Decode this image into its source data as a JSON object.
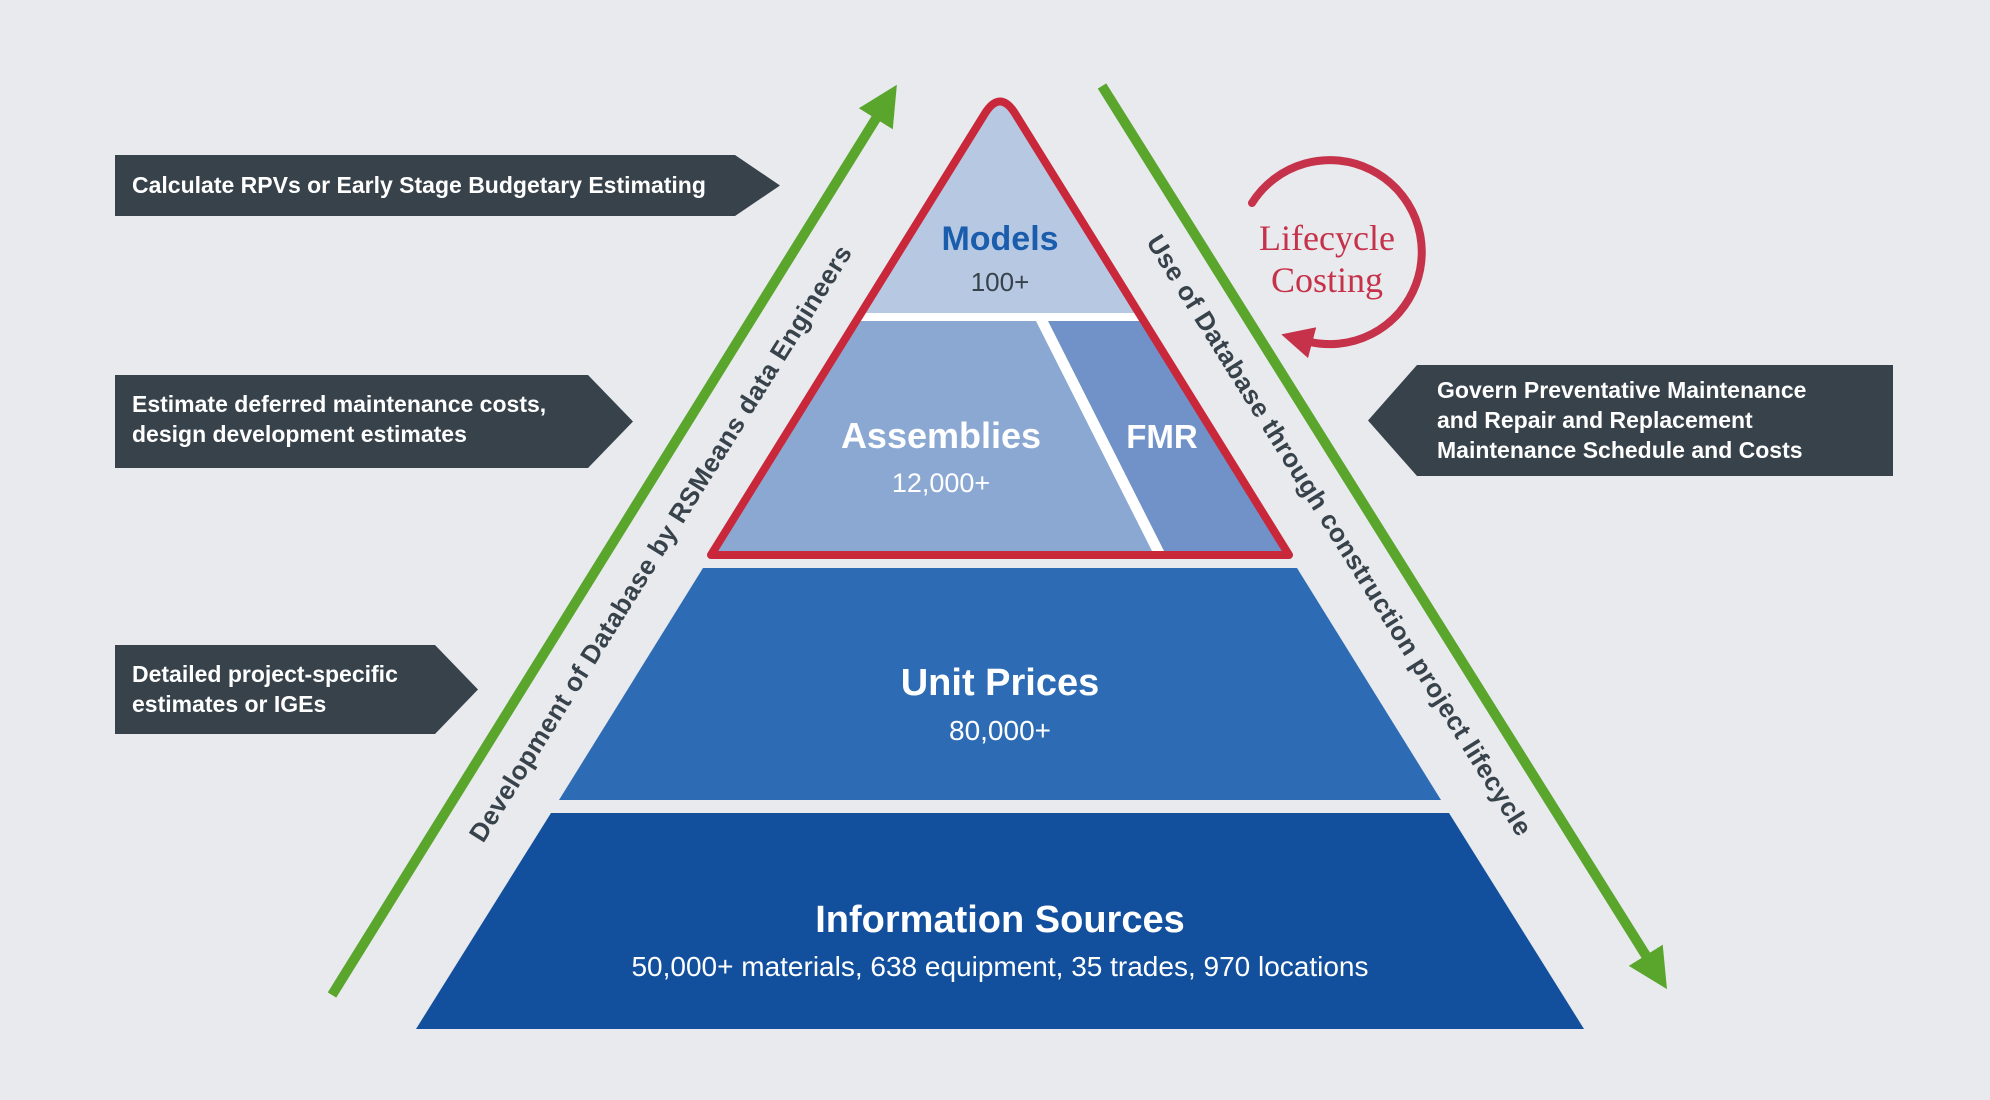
{
  "colors": {
    "background": "#e8eaee",
    "white_gap": "#ffffff",
    "models_fill": "#b7c8e3",
    "models_text": "#1a5dad",
    "count_text": "#37424a",
    "assemblies_fill": "#8ba8d3",
    "fmr_fill": "#7092c8",
    "unit_prices_fill": "#2d6cb5",
    "info_sources_fill": "#124f9d",
    "red_outline": "#c8283a",
    "lifecycle_red": "#c5324a",
    "green_arrow": "#5aa62c",
    "callout_bg": "#37424b"
  },
  "pyramid": {
    "models": {
      "label": "Models",
      "count": "100+"
    },
    "assemblies": {
      "label": "Assemblies",
      "count": "12,000+"
    },
    "fmr": {
      "label": "FMR"
    },
    "unit_prices": {
      "label": "Unit Prices",
      "count": "80,000+"
    },
    "information_sources": {
      "label": "Information Sources",
      "count": "50,000+ materials, 638 equipment, 35 trades, 970 locations"
    }
  },
  "side_labels": {
    "development": "Development of Database by RSMeans data Engineers",
    "use": "Use of Database through construction project lifecycle"
  },
  "lifecycle_costing": {
    "line1": "Lifecycle",
    "line2": "Costing"
  },
  "callouts": {
    "calculate_rpvs": {
      "line1": "Calculate RPVs or Early Stage Budgetary Estimating"
    },
    "deferred_maintenance": {
      "line1": "Estimate deferred maintenance costs,",
      "line2": "design development estimates"
    },
    "detailed_estimates": {
      "line1": "Detailed project-specific",
      "line2": "estimates or IGEs"
    },
    "govern_maintenance": {
      "line1": "Govern Preventative Maintenance",
      "line2": "and Repair and Replacement",
      "line3": "Maintenance Schedule and Costs"
    }
  }
}
